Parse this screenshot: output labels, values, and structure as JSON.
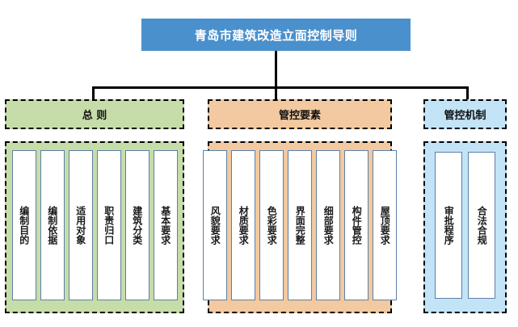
{
  "title": {
    "text": "青岛市建筑改造立面控制导则"
  },
  "sections": [
    {
      "id": "general",
      "header": "总  则",
      "color": "#C6DDA9",
      "items": [
        "编制目的",
        "编制依据",
        "适用对象",
        "职责归口",
        "建筑分类",
        "基本要求"
      ]
    },
    {
      "id": "elements",
      "header": "管控要素",
      "color": "#F2C9A0",
      "items": [
        "风貌要求",
        "材质要求",
        "色彩要求",
        "界面完整",
        "细部要求",
        "构件管控",
        "屋顶要求"
      ]
    },
    {
      "id": "mechanism",
      "header": "管控机制",
      "color": "#C3E3F7",
      "items": [
        "审批程序",
        "合法合规"
      ]
    }
  ],
  "colors": {
    "title_bg": "#4A90CC",
    "title_fg": "#FFFFFF",
    "connector": "#000000",
    "item_bg": "#FFFFFF",
    "item_border": "#5B80A8"
  }
}
